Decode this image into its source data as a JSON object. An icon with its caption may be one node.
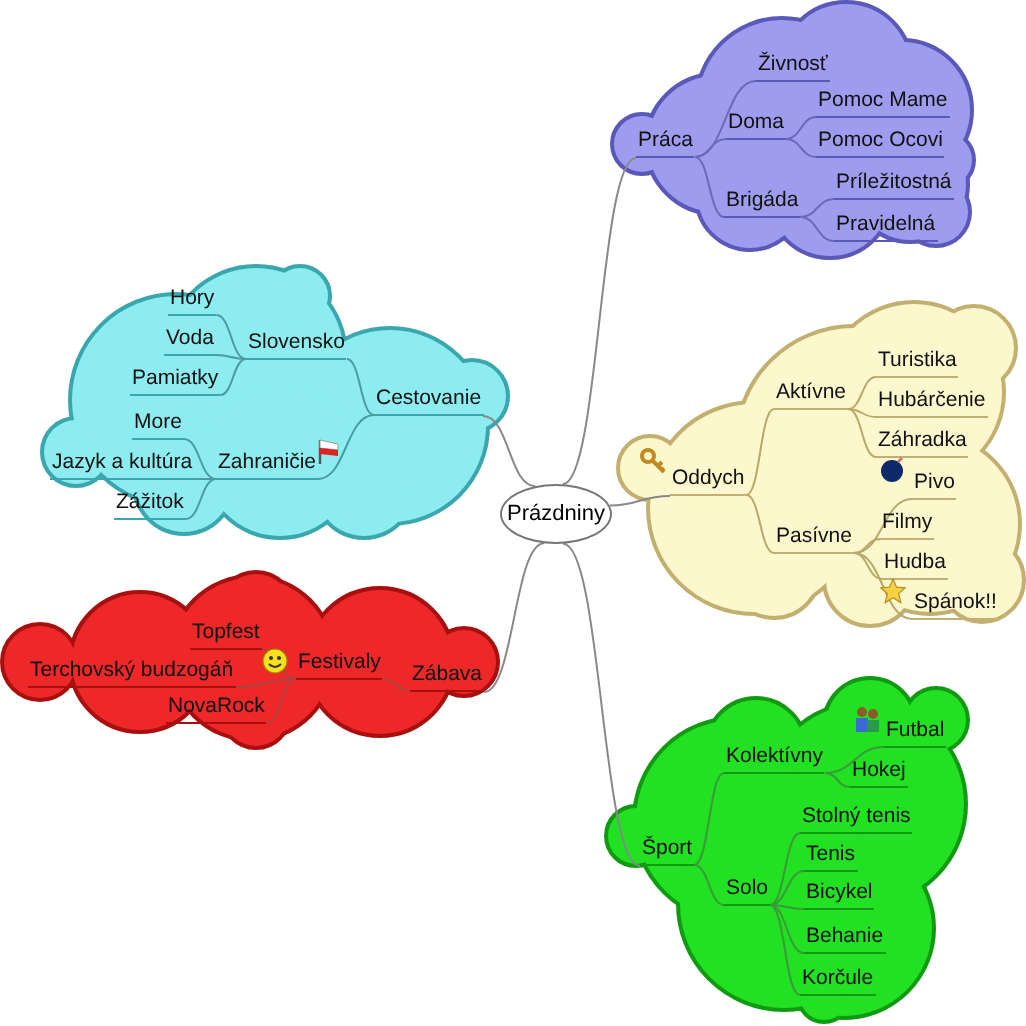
{
  "diagram": {
    "nodes": [
      {
        "text": [
          "Prázdniny"
        ]
      },
      {
        "text": [],
        "shape": "cloud"
      },
      {
        "text": [
          "Práca"
        ],
        "in": 1
      },
      {
        "text": [
          "Živnosť"
        ],
        "in": 1
      },
      {
        "text": [
          "Doma"
        ],
        "in": 1
      },
      {
        "text": [
          "Pomoc Mame"
        ],
        "in": 1
      },
      {
        "text": [
          "Pomoc Ocovi"
        ],
        "in": 1
      },
      {
        "text": [
          "Brigáda"
        ],
        "in": 1
      },
      {
        "text": [
          "Príležitostná"
        ],
        "in": 1
      },
      {
        "text": [
          "Pravidelná"
        ],
        "in": 1
      },
      {
        "text": [],
        "shape": "cloud"
      },
      {
        "text": [
          "Cestovanie"
        ],
        "in": 10
      },
      {
        "text": [
          "Slovensko"
        ],
        "in": 10
      },
      {
        "text": [
          "Hory"
        ],
        "in": 10
      },
      {
        "text": [
          "Voda"
        ],
        "in": 10
      },
      {
        "text": [
          "Pamiatky"
        ],
        "in": 10
      },
      {
        "text": [
          "Zahraničie"
        ],
        "in": 10
      },
      {
        "text": [
          "More"
        ],
        "in": 10
      },
      {
        "text": [
          "Jazyk a kultúra"
        ],
        "in": 10
      },
      {
        "text": [
          "Zážitok"
        ],
        "in": 10
      },
      {
        "text": [],
        "shape": "cloud"
      },
      {
        "text": [
          "Oddych"
        ],
        "in": 20
      },
      {
        "text": [
          "Aktívne"
        ],
        "in": 20
      },
      {
        "text": [
          "Turistika"
        ],
        "in": 20
      },
      {
        "text": [
          "Hubárčenie"
        ],
        "in": 20
      },
      {
        "text": [
          "Záhradka"
        ],
        "in": 20
      },
      {
        "text": [
          "Pasívne"
        ],
        "in": 20
      },
      {
        "text": [
          "Pivo"
        ],
        "in": 20
      },
      {
        "text": [
          "Filmy"
        ],
        "in": 20
      },
      {
        "text": [
          "Hudba"
        ],
        "in": 20
      },
      {
        "text": [
          "Spánok!!"
        ],
        "in": 20
      },
      {
        "text": [],
        "shape": "cloud"
      },
      {
        "text": [
          "Zábava"
        ],
        "in": 31
      },
      {
        "text": [
          "Festivaly"
        ],
        "in": 31
      },
      {
        "text": [
          "Topfest"
        ],
        "in": 31
      },
      {
        "text": [
          "Terchovský budzogáň"
        ],
        "in": 31
      },
      {
        "text": [
          "NovaRock"
        ],
        "in": 31
      },
      {
        "text": [],
        "shape": "cloud"
      },
      {
        "text": [
          "Šport"
        ],
        "in": 37
      },
      {
        "text": [
          "Kolektívny"
        ],
        "in": 37
      },
      {
        "text": [
          "Futbal"
        ],
        "in": 37
      },
      {
        "text": [
          "Hokej"
        ],
        "in": 37
      },
      {
        "text": [
          "Solo"
        ],
        "in": 37
      },
      {
        "text": [
          "Stolný tenis"
        ],
        "in": 37
      },
      {
        "text": [
          "Tenis"
        ],
        "in": 37
      },
      {
        "text": [
          "Bicykel"
        ],
        "in": 37
      },
      {
        "text": [
          "Behanie"
        ],
        "in": 37
      },
      {
        "text": [
          "Korčule"
        ],
        "in": 37
      }
    ],
    "edges": [
      {
        "from": 0,
        "to": 2,
        "arrow": "none"
      },
      {
        "from": 2,
        "to": 3,
        "arrow": "none",
        "color": "#6a6ab8"
      },
      {
        "from": 2,
        "to": 4,
        "arrow": "none",
        "color": "#6a6ab8"
      },
      {
        "from": 4,
        "to": 5,
        "arrow": "none",
        "color": "#6a6ab8"
      },
      {
        "from": 4,
        "to": 6,
        "arrow": "none",
        "color": "#6a6ab8"
      },
      {
        "from": 2,
        "to": 7,
        "arrow": "none",
        "color": "#6a6ab8"
      },
      {
        "from": 7,
        "to": 8,
        "arrow": "none",
        "color": "#6a6ab8"
      },
      {
        "from": 7,
        "to": 9,
        "arrow": "none",
        "color": "#6a6ab8"
      },
      {
        "from": 0,
        "to": 11,
        "arrow": "none"
      },
      {
        "from": 11,
        "to": 12,
        "arrow": "none",
        "color": "#4a9aa0"
      },
      {
        "from": 12,
        "to": 13,
        "arrow": "none",
        "color": "#4a9aa0"
      },
      {
        "from": 12,
        "to": 14,
        "arrow": "none",
        "color": "#4a9aa0"
      },
      {
        "from": 12,
        "to": 15,
        "arrow": "none",
        "color": "#4a9aa0"
      },
      {
        "from": 11,
        "to": 16,
        "arrow": "none",
        "color": "#4a9aa0"
      },
      {
        "from": 16,
        "to": 17,
        "arrow": "none",
        "color": "#4a9aa0"
      },
      {
        "from": 16,
        "to": 18,
        "arrow": "none",
        "color": "#4a9aa0"
      },
      {
        "from": 16,
        "to": 19,
        "arrow": "none",
        "color": "#4a9aa0"
      },
      {
        "from": 0,
        "to": 21,
        "arrow": "none"
      },
      {
        "from": 21,
        "to": 22,
        "arrow": "none",
        "color": "#b8a86a"
      },
      {
        "from": 22,
        "to": 23,
        "arrow": "none",
        "color": "#b8a86a"
      },
      {
        "from": 22,
        "to": 24,
        "arrow": "none",
        "color": "#b8a86a"
      },
      {
        "from": 22,
        "to": 25,
        "arrow": "none",
        "color": "#b8a86a"
      },
      {
        "from": 21,
        "to": 26,
        "arrow": "none",
        "color": "#b8a86a"
      },
      {
        "from": 26,
        "to": 27,
        "arrow": "none",
        "color": "#b8a86a"
      },
      {
        "from": 26,
        "to": 28,
        "arrow": "none",
        "color": "#b8a86a"
      },
      {
        "from": 26,
        "to": 29,
        "arrow": "none",
        "color": "#b8a86a"
      },
      {
        "from": 26,
        "to": 30,
        "arrow": "none",
        "color": "#b8a86a"
      },
      {
        "from": 0,
        "to": 32,
        "arrow": "none"
      },
      {
        "from": 32,
        "to": 33,
        "arrow": "none",
        "color": "#b04040"
      },
      {
        "from": 33,
        "to": 34,
        "arrow": "none",
        "color": "#b04040"
      },
      {
        "from": 33,
        "to": 35,
        "arrow": "none",
        "color": "#b04040"
      },
      {
        "from": 33,
        "to": 36,
        "arrow": "none",
        "color": "#b04040"
      },
      {
        "from": 0,
        "to": 38,
        "arrow": "none"
      },
      {
        "from": 38,
        "to": 39,
        "arrow": "none",
        "color": "#3a9a3a"
      },
      {
        "from": 39,
        "to": 40,
        "arrow": "none",
        "color": "#3a9a3a"
      },
      {
        "from": 39,
        "to": 41,
        "arrow": "none",
        "color": "#3a9a3a"
      },
      {
        "from": 38,
        "to": 42,
        "arrow": "none",
        "color": "#3a9a3a"
      },
      {
        "from": 42,
        "to": 43,
        "arrow": "none",
        "color": "#3a9a3a"
      },
      {
        "from": 42,
        "to": 44,
        "arrow": "none",
        "color": "#3a9a3a"
      },
      {
        "from": 42,
        "to": 45,
        "arrow": "none",
        "color": "#3a9a3a"
      },
      {
        "from": 42,
        "to": 46,
        "arrow": "none",
        "color": "#3a9a3a"
      },
      {
        "from": 42,
        "to": 47,
        "arrow": "none",
        "color": "#3a9a3a"
      }
    ]
  }
}
